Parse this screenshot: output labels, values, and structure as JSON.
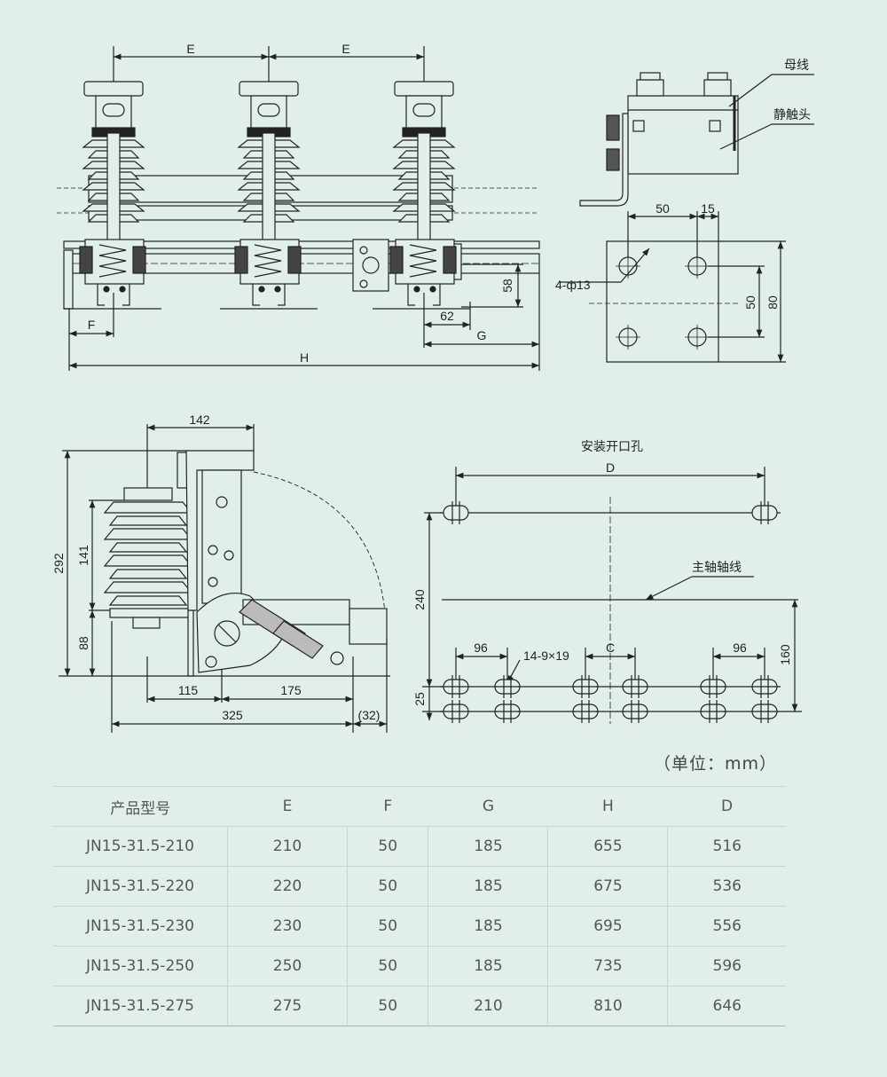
{
  "front_view": {
    "labels": {
      "E1": "E",
      "E2": "E",
      "F": "F",
      "G": "G",
      "H": "H",
      "d62": "62",
      "d58": "58"
    }
  },
  "contact_detail": {
    "labels": {
      "busbar": "母线",
      "static_contact": "静触头",
      "d50": "50",
      "d15": "15",
      "holes": "4-ф13",
      "v50": "50",
      "v80": "80"
    }
  },
  "side_view": {
    "labels": {
      "d142": "142",
      "d292": "292",
      "d141": "141",
      "d88": "88",
      "d115": "115",
      "d175": "175",
      "d325": "325",
      "d32": "(32)"
    }
  },
  "mounting": {
    "title": "安装开口孔",
    "labels": {
      "D": "D",
      "main_axis": "主轴轴线",
      "d240": "240",
      "d96a": "96",
      "d96b": "96",
      "C": "C",
      "slots": "14-9×19",
      "d160": "160",
      "d25": "25"
    }
  },
  "units": "（单位：mm）",
  "table": {
    "headers": [
      "产品型号",
      "E",
      "F",
      "G",
      "H",
      "D"
    ],
    "rows": [
      [
        "JN15-31.5-210",
        "210",
        "50",
        "185",
        "655",
        "516"
      ],
      [
        "JN15-31.5-220",
        "220",
        "50",
        "185",
        "675",
        "536"
      ],
      [
        "JN15-31.5-230",
        "230",
        "50",
        "185",
        "695",
        "556"
      ],
      [
        "JN15-31.5-250",
        "250",
        "50",
        "185",
        "735",
        "596"
      ],
      [
        "JN15-31.5-275",
        "275",
        "50",
        "210",
        "810",
        "646"
      ]
    ]
  }
}
